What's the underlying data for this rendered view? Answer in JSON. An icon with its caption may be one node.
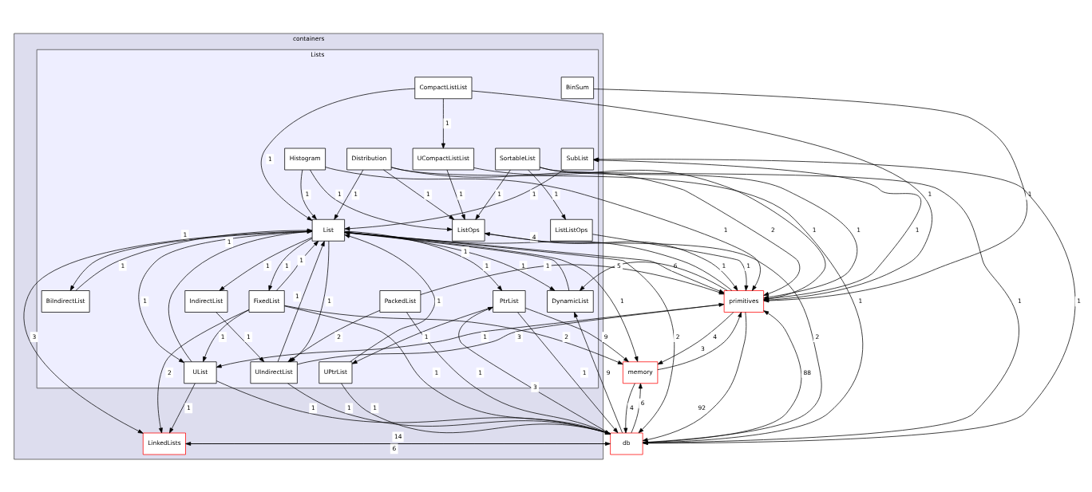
{
  "diagram": {
    "nodes": [
      {
        "text": [
          "containers"
        ]
      },
      {
        "text": [
          "Lists"
        ],
        "in": 0
      },
      {
        "text": [
          "CompactListList"
        ],
        "in": 1
      },
      {
        "text": [
          "BinSum"
        ],
        "in": 1
      },
      {
        "text": [
          "BiIndirectList"
        ],
        "in": 1
      },
      {
        "text": [
          "Histogram"
        ],
        "in": 1
      },
      {
        "text": [
          "UCompactListList"
        ],
        "in": 1
      },
      {
        "text": [
          "Distribution"
        ],
        "in": 1
      },
      {
        "text": [
          "SortableList"
        ],
        "in": 1
      },
      {
        "text": [
          "SubList"
        ],
        "in": 1
      },
      {
        "text": [
          "List"
        ],
        "in": 1
      },
      {
        "text": [
          "ListOps"
        ],
        "in": 1
      },
      {
        "text": [
          "ListListOps"
        ],
        "in": 1
      },
      {
        "text": [
          "IndirectList"
        ],
        "in": 1
      },
      {
        "text": [
          "PackedList"
        ],
        "in": 1
      },
      {
        "text": [
          "FixedList"
        ],
        "in": 1
      },
      {
        "text": [
          "PtrList"
        ],
        "in": 1
      },
      {
        "text": [
          "DynamicList"
        ],
        "in": 1
      },
      {
        "text": [
          "UIndirectList"
        ],
        "in": 1
      },
      {
        "text": [
          "UList"
        ],
        "in": 1
      },
      {
        "text": [
          "UPtrList"
        ],
        "in": 1
      },
      {
        "text": [
          "LinkedLists"
        ],
        "in": 0
      },
      {
        "text": [
          "primitives"
        ]
      },
      {
        "text": [
          "memory"
        ]
      },
      {
        "text": [
          "db"
        ]
      }
    ],
    "edges": [
      {
        "from": 2,
        "to": 6,
        "arrow": "to",
        "label": "1"
      },
      {
        "from": 2,
        "to": 10,
        "arrow": "to",
        "label": "1"
      },
      {
        "from": 2,
        "to": 22,
        "arrow": "to",
        "label": "1"
      },
      {
        "from": 3,
        "to": 22,
        "arrow": "to",
        "label": "1"
      },
      {
        "from": 4,
        "to": 10,
        "arrow": "to",
        "label": "1"
      },
      {
        "from": 10,
        "to": 4,
        "arrow": "to",
        "label": "1"
      },
      {
        "from": 5,
        "to": 10,
        "arrow": "to",
        "label": "1"
      },
      {
        "from": 5,
        "to": 11,
        "arrow": "to",
        "label": "1"
      },
      {
        "from": 5,
        "to": 22,
        "arrow": "to",
        "label": "1"
      },
      {
        "from": 6,
        "to": 11,
        "arrow": "to",
        "label": "1"
      },
      {
        "from": 6,
        "to": 22,
        "arrow": "to",
        "label": "1"
      },
      {
        "from": 7,
        "to": 10,
        "arrow": "to",
        "label": "1"
      },
      {
        "from": 7,
        "to": 11,
        "arrow": "to",
        "label": "1"
      },
      {
        "from": 7,
        "to": 22,
        "arrow": "to",
        "label": "2"
      },
      {
        "from": 7,
        "to": 24,
        "arrow": "to",
        "label": "1"
      },
      {
        "from": 8,
        "to": 11,
        "arrow": "to",
        "label": "1"
      },
      {
        "from": 8,
        "to": 12,
        "arrow": "to",
        "label": "1"
      },
      {
        "from": 8,
        "to": 22,
        "arrow": "to",
        "label": "1"
      },
      {
        "from": 8,
        "to": 24,
        "arrow": "to",
        "label": "1"
      },
      {
        "from": 9,
        "to": 10,
        "arrow": "to",
        "label": "1"
      },
      {
        "from": 22,
        "to": 9,
        "arrow": "to",
        "label": "1"
      },
      {
        "from": 24,
        "to": 9,
        "arrow": "to",
        "label": "1"
      },
      {
        "from": 10,
        "to": 13,
        "arrow": "to",
        "label": "1"
      },
      {
        "from": 10,
        "to": 15,
        "arrow": "to",
        "label": "1"
      },
      {
        "from": 15,
        "to": 10,
        "arrow": "to",
        "label": "1"
      },
      {
        "from": 10,
        "to": 16,
        "arrow": "to",
        "label": "1"
      },
      {
        "from": 10,
        "to": 17,
        "arrow": "to",
        "label": "1"
      },
      {
        "from": 17,
        "to": 10,
        "arrow": "to",
        "label": "1"
      },
      {
        "from": 10,
        "to": 18,
        "arrow": "to",
        "label": "1"
      },
      {
        "from": 18,
        "to": 10,
        "arrow": "to",
        "label": "1"
      },
      {
        "from": 10,
        "to": 19,
        "arrow": "to",
        "label": "1"
      },
      {
        "from": 19,
        "to": 10,
        "arrow": "to",
        "label": "1"
      },
      {
        "from": 20,
        "to": 10,
        "arrow": "to",
        "label": "1"
      },
      {
        "from": 10,
        "to": 21,
        "arrow": "to",
        "label": "3"
      },
      {
        "from": 10,
        "to": 22,
        "arrow": "to",
        "label": "6"
      },
      {
        "from": 22,
        "to": 10,
        "arrow": "to",
        "label": "4"
      },
      {
        "from": 10,
        "to": 23,
        "arrow": "to",
        "label": "1"
      },
      {
        "from": 10,
        "to": 24,
        "arrow": "to",
        "label": "2"
      },
      {
        "from": 11,
        "to": 22,
        "arrow": "to",
        "label": "1"
      },
      {
        "from": 24,
        "to": 11,
        "arrow": "to",
        "label": "2"
      },
      {
        "from": 12,
        "to": 22,
        "arrow": "to",
        "label": "1"
      },
      {
        "from": 13,
        "to": 18,
        "arrow": "to",
        "label": "1"
      },
      {
        "from": 14,
        "to": 18,
        "arrow": "to",
        "label": "2"
      },
      {
        "from": 14,
        "to": 22,
        "arrow": "to",
        "label": "1"
      },
      {
        "from": 14,
        "to": 24,
        "arrow": "to",
        "label": "1"
      },
      {
        "from": 15,
        "to": 19,
        "arrow": "to",
        "label": "1"
      },
      {
        "from": 15,
        "to": 21,
        "arrow": "to",
        "label": "2"
      },
      {
        "from": 15,
        "to": 23,
        "arrow": "to",
        "label": "2"
      },
      {
        "from": 15,
        "to": 24,
        "arrow": "to",
        "label": "1"
      },
      {
        "from": 16,
        "to": 20,
        "arrow": "to",
        "label": "1"
      },
      {
        "from": 16,
        "to": 23,
        "arrow": "to",
        "label": "9"
      },
      {
        "from": 16,
        "to": 24,
        "arrow": "to",
        "label": "1"
      },
      {
        "from": 24,
        "to": 16,
        "arrow": "to",
        "label": "3"
      },
      {
        "from": 24,
        "to": 17,
        "arrow": "to",
        "label": "9"
      },
      {
        "from": 22,
        "to": 17,
        "arrow": "to",
        "label": "5"
      },
      {
        "from": 18,
        "to": 22,
        "arrow": "to",
        "label": "3"
      },
      {
        "from": 18,
        "to": 24,
        "arrow": "to",
        "label": "1"
      },
      {
        "from": 19,
        "to": 21,
        "arrow": "to",
        "label": "1"
      },
      {
        "from": 19,
        "to": 24,
        "arrow": "to",
        "label": "1"
      },
      {
        "from": 22,
        "to": 19,
        "arrow": "to",
        "label": "1"
      },
      {
        "from": 20,
        "to": 24,
        "arrow": "to",
        "label": "1"
      },
      {
        "from": 21,
        "to": 24,
        "arrow": "to",
        "label": "14"
      },
      {
        "from": 24,
        "to": 21,
        "arrow": "to",
        "label": "6"
      },
      {
        "from": 22,
        "to": 23,
        "arrow": "to",
        "label": "4"
      },
      {
        "from": 23,
        "to": 22,
        "arrow": "to",
        "label": "3"
      },
      {
        "from": 23,
        "to": 24,
        "arrow": "to",
        "label": "4"
      },
      {
        "from": 24,
        "to": 23,
        "arrow": "to",
        "label": "6"
      },
      {
        "from": 24,
        "to": 22,
        "arrow": "to",
        "label": "88"
      },
      {
        "from": 22,
        "to": 24,
        "arrow": "to",
        "label": "92"
      }
    ]
  }
}
